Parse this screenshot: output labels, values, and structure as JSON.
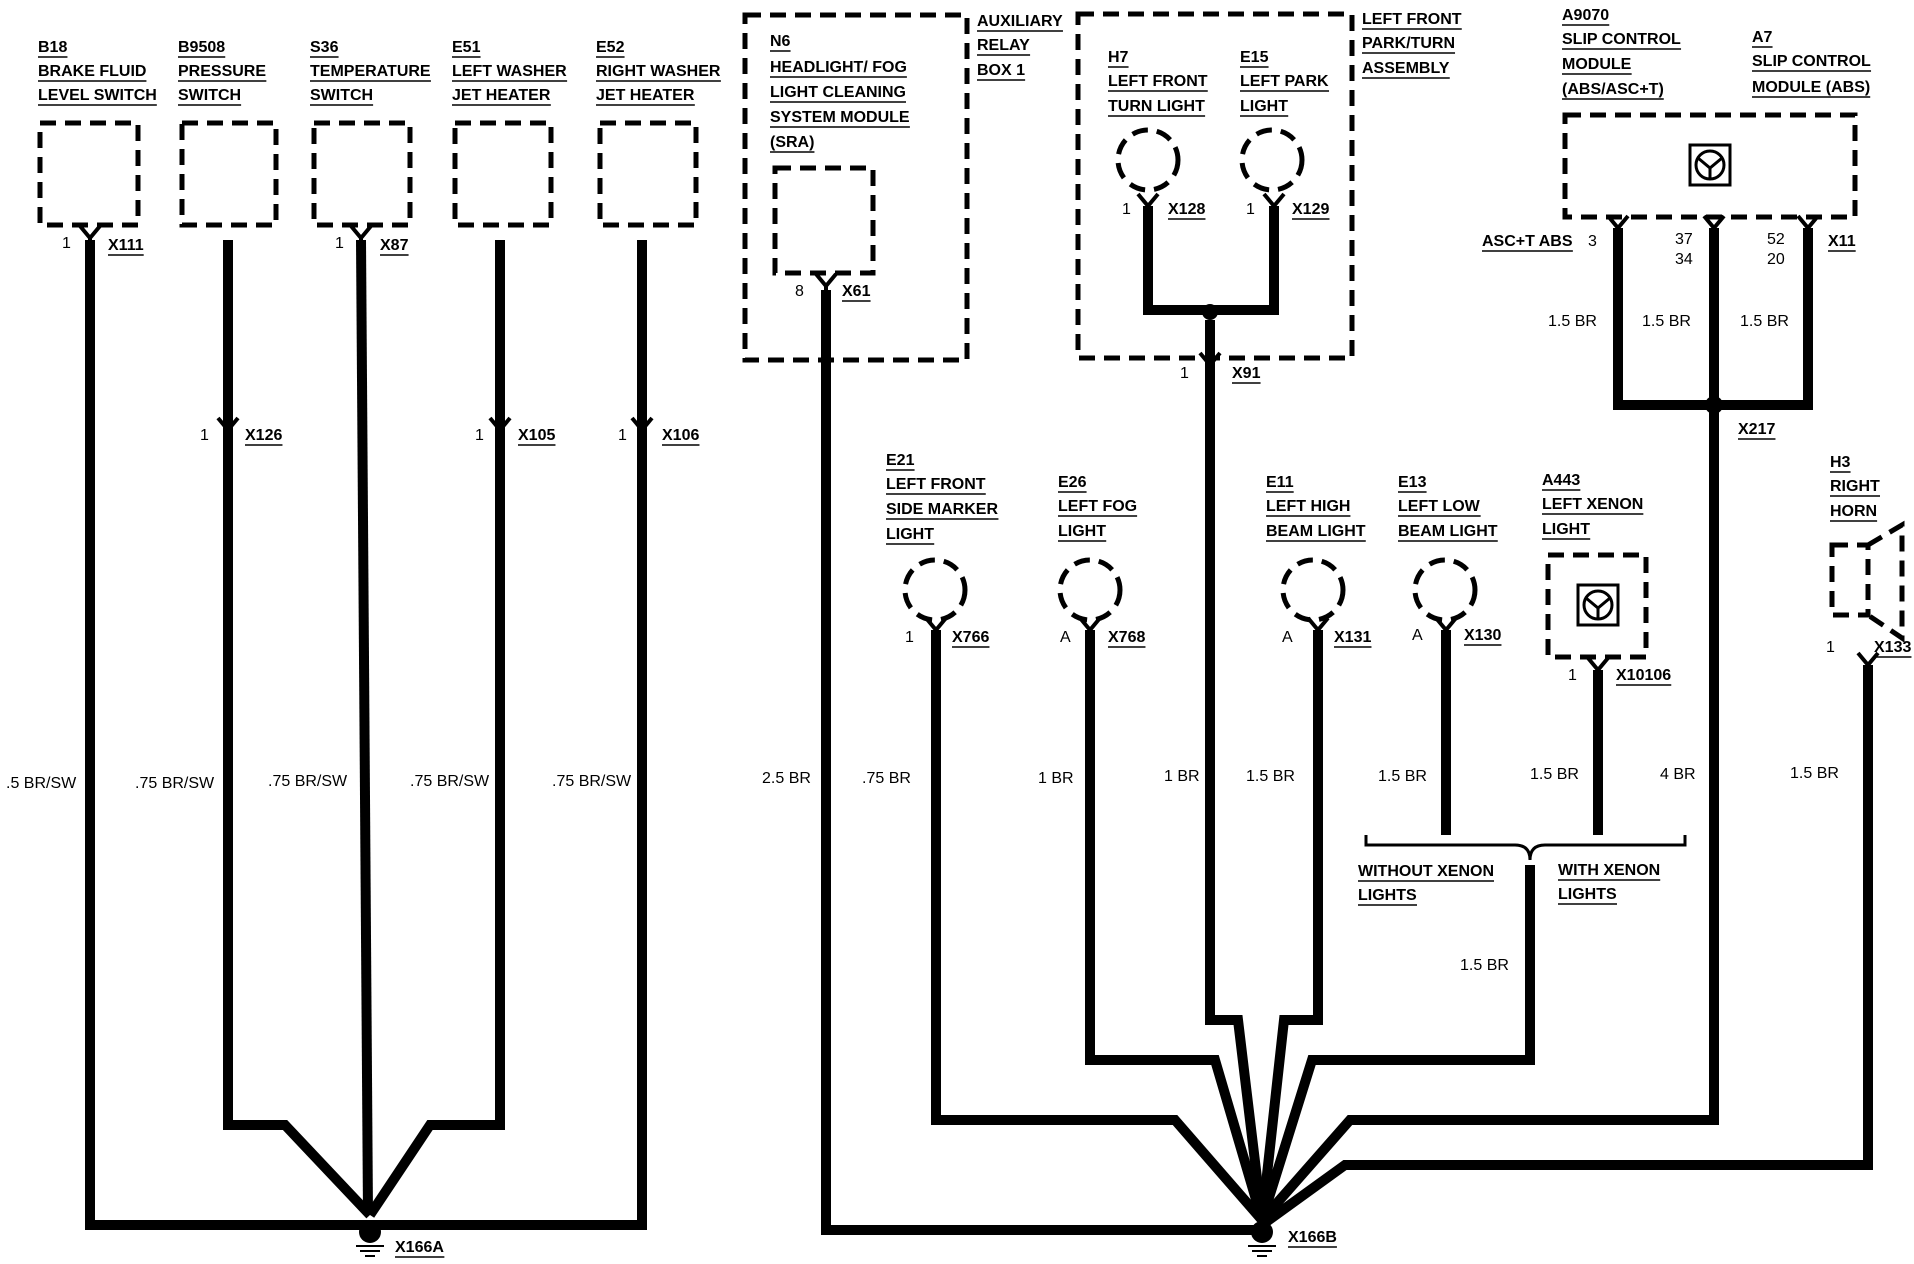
{
  "components": {
    "b18": {
      "id": "B18",
      "line1": "BRAKE FLUID",
      "line2": "LEVEL SWITCH",
      "pin": "1",
      "connector": "X111"
    },
    "b9508": {
      "id": "B9508",
      "line1": "PRESSURE",
      "line2": "SWITCH",
      "pin": "1",
      "connector": "X126"
    },
    "s36": {
      "id": "S36",
      "line1": "TEMPERATURE",
      "line2": "SWITCH",
      "pin": "1",
      "connector": "X87"
    },
    "e51": {
      "id": "E51",
      "line1": "LEFT WASHER",
      "line2": "JET HEATER",
      "pin": "1",
      "connector": "X105"
    },
    "e52": {
      "id": "E52",
      "line1": "RIGHT WASHER",
      "line2": "JET HEATER",
      "pin": "1",
      "connector": "X106"
    },
    "n6": {
      "id": "N6",
      "line1": "HEADLIGHT/ FOG",
      "line2": "LIGHT CLEANING",
      "line3": "SYSTEM MODULE",
      "line4": "(SRA)",
      "pin": "8",
      "connector": "X61"
    },
    "relay": {
      "line1": "AUXILIARY",
      "line2": "RELAY",
      "line3": "BOX 1"
    },
    "parkturn": {
      "line1": "LEFT FRONT",
      "line2": "PARK/TURN",
      "line3": "ASSEMBLY",
      "pin": "1",
      "connector": "X91"
    },
    "h7": {
      "id": "H7",
      "line1": "LEFT FRONT",
      "line2": "TURN LIGHT",
      "pin": "1",
      "connector": "X128"
    },
    "e15": {
      "id": "E15",
      "line1": "LEFT PARK",
      "line2": "LIGHT",
      "pin": "1",
      "connector": "X129"
    },
    "a9070": {
      "id": "A9070",
      "line1": "SLIP CONTROL",
      "line2": "MODULE",
      "line3": "(ABS/ASC+T)"
    },
    "a7": {
      "id": "A7",
      "line1": "SLIP CONTROL",
      "line2": "MODULE (ABS)",
      "pin_label": "ASC+T ABS",
      "pin1": "3",
      "pin2a": "37",
      "pin2b": "34",
      "pin3a": "52",
      "pin3b": "20",
      "connector": "X11",
      "splice": "X217"
    },
    "e21": {
      "id": "E21",
      "line1": "LEFT FRONT",
      "line2": "SIDE MARKER",
      "line3": "LIGHT",
      "pin": "1",
      "connector": "X766"
    },
    "e26": {
      "id": "E26",
      "line1": "LEFT FOG",
      "line2": "LIGHT",
      "pin": "A",
      "connector": "X768"
    },
    "e11": {
      "id": "E11",
      "line1": "LEFT HIGH",
      "line2": "BEAM LIGHT",
      "pin": "A",
      "connector": "X131"
    },
    "e13": {
      "id": "E13",
      "line1": "LEFT LOW",
      "line2": "BEAM LIGHT",
      "pin": "A",
      "connector": "X130"
    },
    "a443": {
      "id": "A443",
      "line1": "LEFT XENON",
      "line2": "LIGHT",
      "pin": "1",
      "connector": "X10106"
    },
    "h3": {
      "id": "H3",
      "line1": "RIGHT",
      "line2": "HORN",
      "pin": "1",
      "connector": "X133"
    }
  },
  "wires": {
    "b18": ".5 BR/SW",
    "b9508": ".75 BR/SW",
    "s36": ".75 BR/SW",
    "e51": ".75 BR/SW",
    "e52": ".75 BR/SW",
    "n6": "2.5 BR",
    "e21": ".75 BR",
    "e26": "1 BR",
    "x91": "1 BR",
    "e11": "1.5 BR",
    "e13": "1.5 BR",
    "a443": "1.5 BR",
    "xenon": "1.5 BR",
    "x217": "4 BR",
    "h3": "1.5 BR",
    "a7a": "1.5 BR",
    "a7b": "1.5 BR",
    "a7c": "1.5 BR"
  },
  "options": {
    "without_line1": "WITHOUT XENON",
    "without_line2": "LIGHTS",
    "with_line1": "WITH XENON",
    "with_line2": "LIGHTS"
  },
  "grounds": {
    "a": "X166A",
    "b": "X166B"
  }
}
